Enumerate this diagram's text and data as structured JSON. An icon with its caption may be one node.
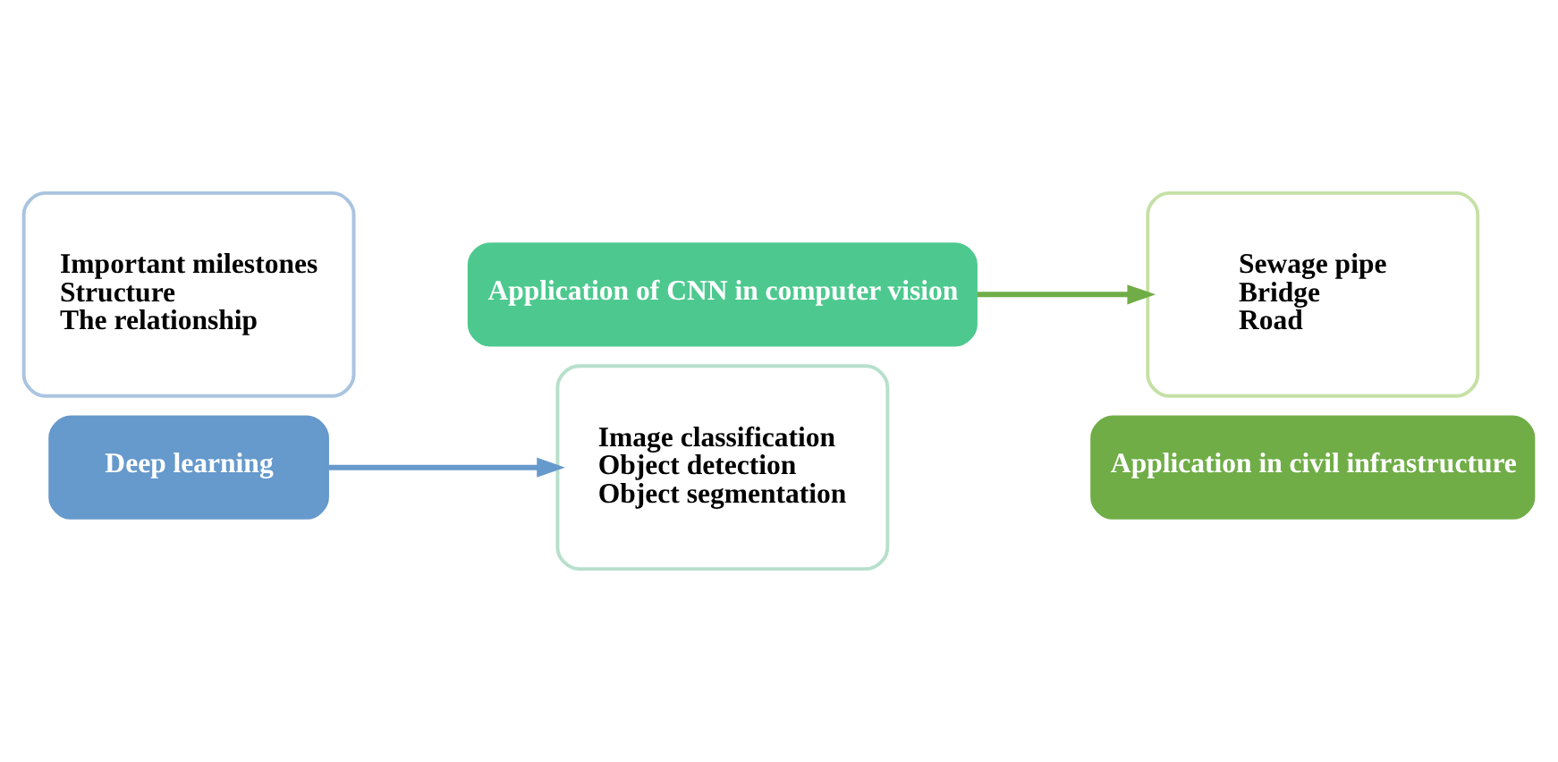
{
  "diagram": {
    "nodes": [
      {
        "text": [
          "Important milestones",
          "Structure",
          "The relationship"
        ]
      },
      {
        "text": [
          "Deep learning"
        ]
      },
      {
        "text": [
          "Image classification",
          "Object detection",
          "Object segmentation"
        ]
      },
      {
        "text": [
          "Application of CNN in computer vision"
        ]
      },
      {
        "text": [
          "Sewage pipe",
          "Bridge",
          "Road"
        ]
      },
      {
        "text": [
          "Application in civil infrastructure"
        ]
      }
    ],
    "edges": [
      {
        "from": 1,
        "to": 2,
        "arrow": "to",
        "color": "#6699cc"
      },
      {
        "from": 3,
        "to": 4,
        "arrow": "to",
        "color": "#70ad47"
      }
    ]
  }
}
